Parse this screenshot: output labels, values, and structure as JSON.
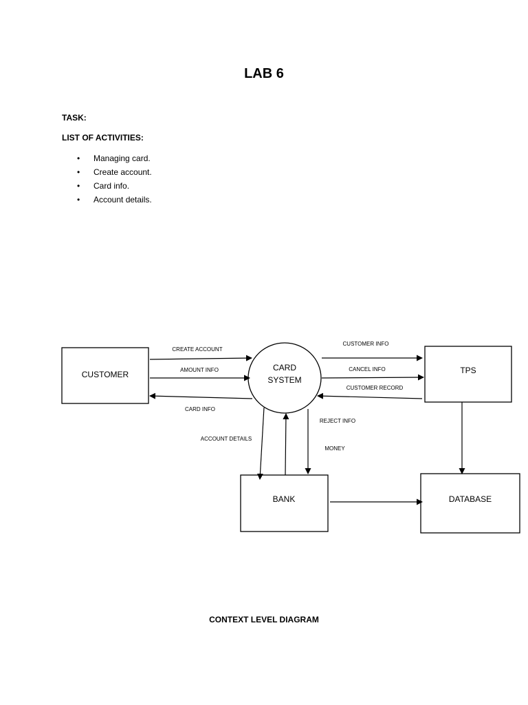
{
  "page": {
    "title": "LAB 6",
    "task_label": "TASK:",
    "list_heading": "LIST OF ACTIVITIES:",
    "activities": [
      "Managing card.",
      "Create account.",
      "Card info.",
      "Account details."
    ],
    "caption": "CONTEXT LEVEL DIAGRAM"
  },
  "diagram": {
    "entities": {
      "customer": "CUSTOMER",
      "tps": "TPS",
      "bank": "BANK",
      "database": "DATABASE"
    },
    "process": {
      "line1": "CARD",
      "line2": "SYSTEM"
    },
    "flows": {
      "create_account": "CREATE ACCOUNT",
      "amount_info": "AMOUNT INFO",
      "card_info": "CARD INFO",
      "customer_info": "CUSTOMER INFO",
      "cancel_info": "CANCEL INFO",
      "customer_record": "CUSTOMER RECORD",
      "reject_info": "REJECT INFO",
      "money": "MONEY",
      "account_details": "ACCOUNT DETAILS"
    }
  }
}
